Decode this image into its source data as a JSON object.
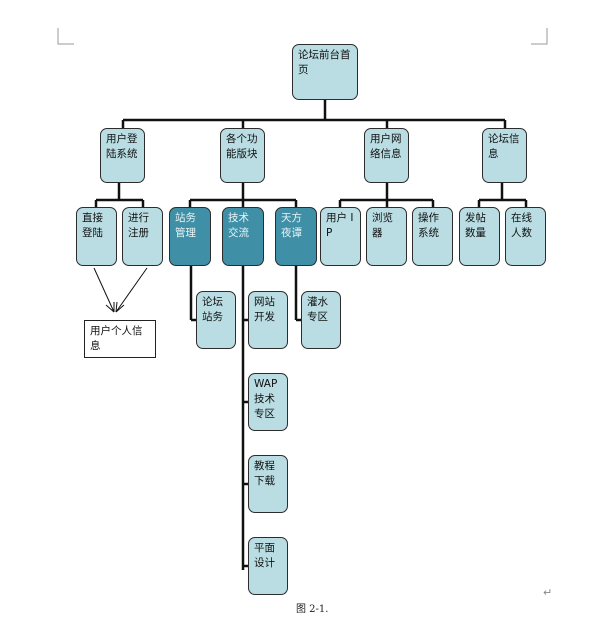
{
  "nodes": {
    "root": "论坛前台首页",
    "login_system": "用户登陆系统",
    "modules": "各个功能版块",
    "net_info": "用户网络信息",
    "forum_info": "论坛信息",
    "direct_login": "直接登陆",
    "register": "进行注册",
    "station_mgmt": "站务管理",
    "tech_talk": "技术交流",
    "world_talk": "天方夜谭",
    "user_ip": "用户 IP",
    "browser": "浏览器",
    "os": "操作系统",
    "post_count": "发帖数量",
    "online_count": "在线人数",
    "forum_station": "论坛站务",
    "web_dev": "网站开发",
    "water_zone": "灌水专区",
    "wap_zone": "WAP 技术专区",
    "tutorial_dl": "教程下载",
    "graphic_design": "平面设计",
    "user_info": "用户个人信息"
  },
  "caption": "图 2-1."
}
